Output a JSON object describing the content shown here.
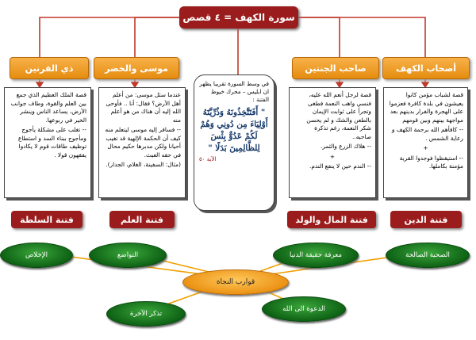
{
  "title": "سورة الكهف = ٤ قصص",
  "stories": [
    {
      "header": "أصحاب الكهف",
      "body": "قصة لشباب مؤمن كانوا يعيشون في بلدة كافرة فعزموا على الهجرة والفرار بدينهم بعد مواجهة بينهم وبين قومهم",
      "lesson1": "-- كافأهم الله برحمة الكهف و رعاية الشمس .",
      "plus": "+",
      "lesson2": "-- استيقظوا فوجدوا القرية مؤمنة بكاملها."
    },
    {
      "header": "صاحب الجنتين",
      "body": "قصة لرجل أنعم الله عليه، فنسي واهب النعمة فطغى وتجرأ على ثوابت الإيمان بالطعن والشك و لم يحسن شكر النعمة، رغم تذكرة صاحبه..",
      "lesson1": "-- هلاك الزرع والثمر.",
      "plus": "+",
      "lesson2": "-- الندم حين لا ينفع الندم."
    },
    {
      "header": "موسى والخضر",
      "body": "عندما سئل موسى: من أعلم أهل الأرض؟ فقال: أنا .. فأوحى الله إليه أن هناك من هو أعلم منه",
      "lesson1": "-- فسافر إليه موسى ليتعلم منه كيف أن الحكمة الإلهية قد تغيب أحيانا ولكن مدبرها حكيم محال في حقه العبث.",
      "plus": "",
      "lesson2": "(مثال: السفينة، الغلام، الجدار)."
    },
    {
      "header": "ذي القرنين",
      "body": "قصة الملك العظيم الذي جمع بين العلم والقوة، وطاف جوانب الأرض، يساعد الناس وينشر الخير في ربوعها.",
      "lesson1": "-- تغلب على مشكلة يأجوج ومأجوج ببناء السد و استطاع توظيف طاقات قوم لا يكادوا يفقهون قولا .",
      "plus": "",
      "lesson2": ""
    }
  ],
  "center": {
    "intro": "في وسط السورة تقريبا يظهر ان ابليس – محرك خيوط الفتنة :",
    "verse": "\" أَفَتَتَّخِذُونَهُ وَذُرِّيَّتَهُ أَوْلِيَاءَ مِن دُونِي وَهُمْ لَكُمْ عَدُوٌّ بِئْسَ لِلظَّالِمِينَ بَدَلًا \"",
    "ref": "الآية ٥٠"
  },
  "fitan": [
    "فتنة الدين",
    "فتنة المال والولد",
    "فتنة العلم",
    "فتنة السلطة"
  ],
  "hub": "قوارب النجاة",
  "boats": [
    "الصحبة الصالحة",
    "معرفة حقيقة الدنيا",
    "التواضع",
    "الإخلاص",
    "الدعوة الى الله",
    "تذكر الآخرة"
  ],
  "colors": {
    "header_orange": "#f09a1c",
    "fitna_red": "#9b1c1c",
    "boat_green": "#0b5d12",
    "hub_orange": "#f5a623"
  }
}
